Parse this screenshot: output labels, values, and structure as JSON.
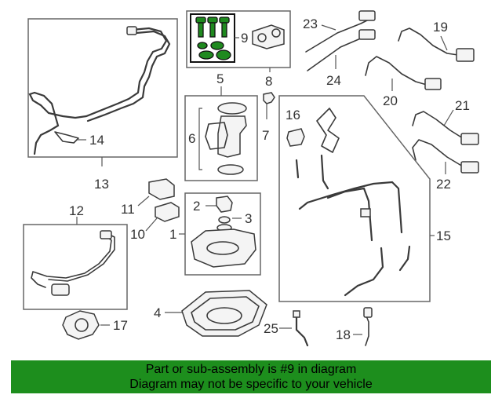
{
  "callouts": {
    "n1": "1",
    "n2": "2",
    "n3": "3",
    "n4": "4",
    "n5": "5",
    "n6": "6",
    "n7": "7",
    "n8": "8",
    "n9": "9",
    "n10": "10",
    "n11": "11",
    "n12": "12",
    "n13": "13",
    "n14": "14",
    "n15": "15",
    "n16": "16",
    "n17": "17",
    "n18": "18",
    "n19": "19",
    "n20": "20",
    "n21": "21",
    "n22": "22",
    "n23": "23",
    "n24": "24",
    "n25": "25"
  },
  "highlight": {
    "part_number": "9",
    "color": "#1d8e1d"
  },
  "banner": {
    "line1": "Part or sub-assembly is #9 in diagram",
    "line2": "Diagram may not be specific to your vehicle"
  }
}
